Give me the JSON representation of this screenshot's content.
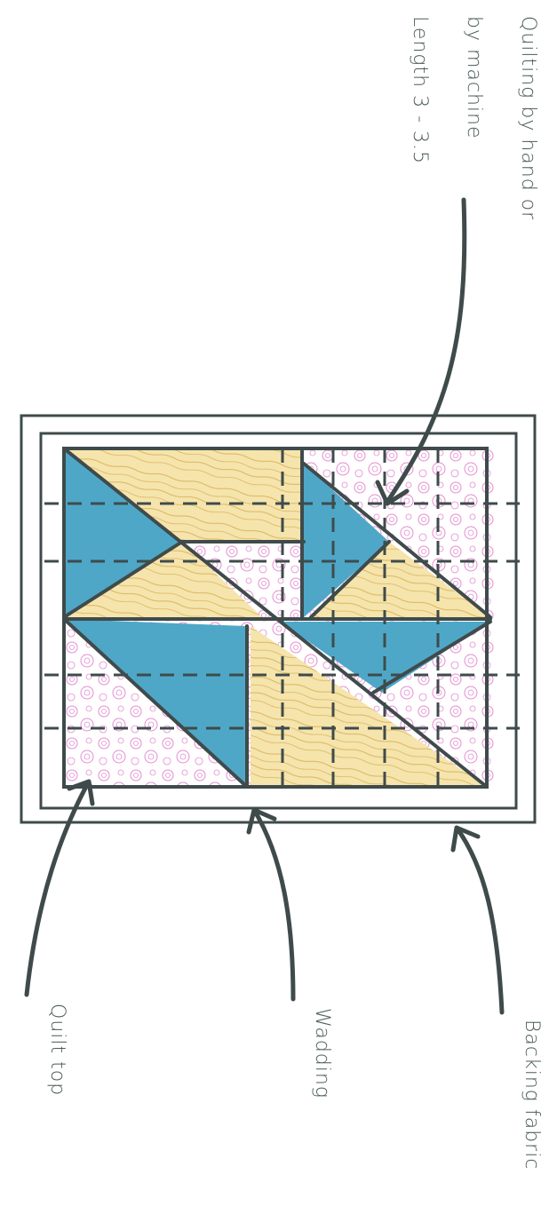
{
  "labels": {
    "quilting_line1": "Quilting by hand or",
    "quilting_line2": "by machine",
    "quilting_line3": "Length 3 - 3.5",
    "backing": "Backing fabric",
    "wadding": "Wadding",
    "quilt_top": "Quilt top"
  },
  "colors": {
    "outline": "#3f4b4b",
    "blue": "#4fa7c8",
    "yellow": "#f3dc9c",
    "yellow_grain": "#d8b45a",
    "pink": "#e58bd2",
    "background": "#ffffff"
  }
}
